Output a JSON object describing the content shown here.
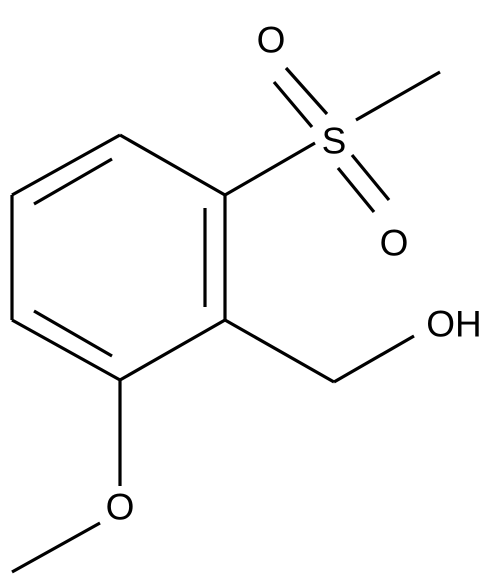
{
  "molecule": {
    "atoms": [
      {
        "id": "o_sulfonyl_top",
        "label": "O"
      },
      {
        "id": "s",
        "label": "S"
      },
      {
        "id": "o_sulfonyl_bottom",
        "label": "O"
      },
      {
        "id": "oh",
        "label": "OH"
      },
      {
        "id": "o_methoxy",
        "label": "O"
      }
    ]
  },
  "colors": {
    "ink": "#000000",
    "background": "#ffffff"
  }
}
